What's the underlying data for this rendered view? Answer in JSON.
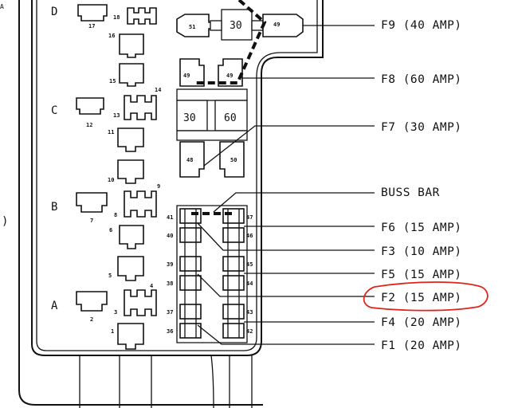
{
  "corner_marks": {
    "top_left": "A",
    "side_left": ")"
  },
  "rows": [
    "D",
    "C",
    "B",
    "A"
  ],
  "left_cavities": {
    "c1": "1",
    "c2": "2",
    "c3": "3",
    "c4": "4",
    "c5": "5",
    "c6": "6",
    "c7": "7",
    "c8": "8",
    "c9": "9",
    "c10": "10",
    "c11": "11",
    "c12": "12",
    "c13": "13",
    "c14": "14",
    "c15": "15",
    "c16": "16",
    "c17": "17",
    "c18": "18"
  },
  "upper_block": {
    "c51": "51",
    "c49a": "49",
    "relay_top": "30",
    "c49b": "49",
    "c49c": "49",
    "r30": "30",
    "r60": "60",
    "c48": "48",
    "c50": "50"
  },
  "lower_block": {
    "c41": "41",
    "c40": "40",
    "c39": "39",
    "c38": "38",
    "c37": "37",
    "c36": "36",
    "c47": "47",
    "c46": "46",
    "c45": "45",
    "c44": "44",
    "c43": "43",
    "c42": "42"
  },
  "callouts": {
    "f9": "F9 (40 AMP)",
    "f8": "F8 (60 AMP)",
    "f7": "F7 (30 AMP)",
    "buss": "BUSS BAR",
    "f6": "F6 (15 AMP)",
    "f3": "F3 (10 AMP)",
    "f5": "F5 (15 AMP)",
    "f2": "F2 (15 AMP)",
    "f4": "F4 (20 AMP)",
    "f1": "F1 (20 AMP)"
  },
  "highlight_color": "#e0231b"
}
